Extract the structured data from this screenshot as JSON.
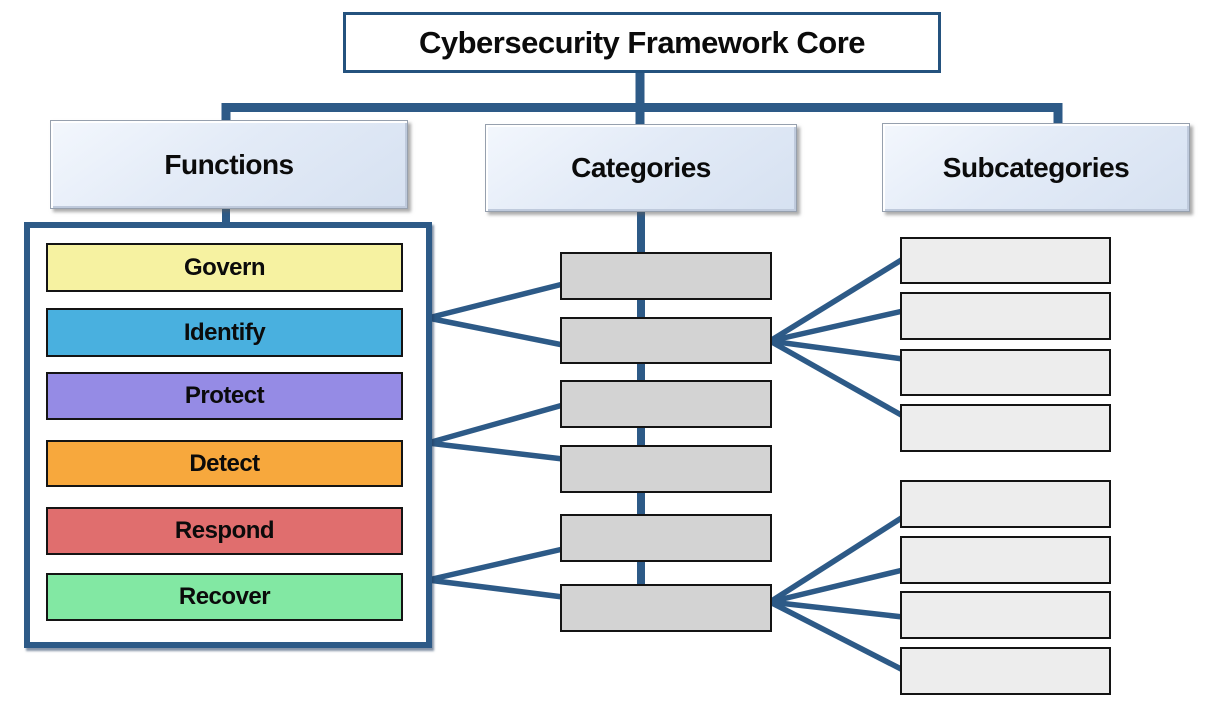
{
  "title": "Cybersecurity Framework Core",
  "columns": {
    "functions": {
      "label": "Functions"
    },
    "categories": {
      "label": "Categories"
    },
    "subcategories": {
      "label": "Subcategories"
    }
  },
  "functions": {
    "items": [
      {
        "label": "Govern",
        "color": "#f6f2a1"
      },
      {
        "label": "Identify",
        "color": "#49b0df"
      },
      {
        "label": "Protect",
        "color": "#958be5"
      },
      {
        "label": "Detect",
        "color": "#f7a83d"
      },
      {
        "label": "Respond",
        "color": "#e06e6e"
      },
      {
        "label": "Recover",
        "color": "#82e8a3"
      }
    ]
  },
  "categories": {
    "empty_box_count": 6
  },
  "subcategories": {
    "empty_box_count": 8,
    "top_group_count": 4,
    "bottom_group_count": 4
  },
  "colors": {
    "connector_navy": "#2d5a87",
    "title_border": "#24527e",
    "header_fill": "#dde7f5",
    "category_fill": "#d3d3d3",
    "subcategory_fill": "#ededed",
    "box_border": "#141414"
  }
}
